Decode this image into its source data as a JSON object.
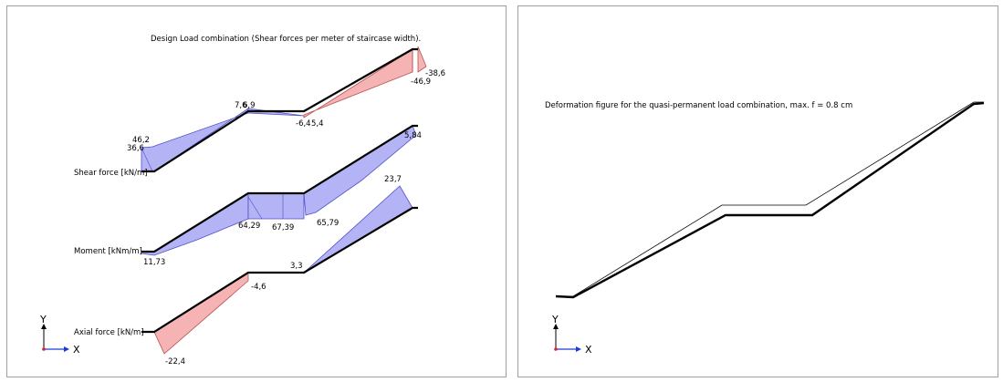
{
  "left_panel": {
    "title": "Design Load combination (Shear forces per meter of staircase width).",
    "diagrams": {
      "shear": {
        "label": "Shear force [kN/m]",
        "values": [
          "46,2",
          "36,6",
          "7,6",
          "6,9",
          "-6,4",
          "5,4",
          "-38,6",
          "-46,9"
        ]
      },
      "moment": {
        "label": "Moment [kNm/m]",
        "values": [
          "11,73",
          "64,29",
          "67,39",
          "65,79",
          "5,84"
        ]
      },
      "axial": {
        "label": "Axial force [kN/m]",
        "values": [
          "-22,4",
          "-4,6",
          "3,3",
          "23,7"
        ]
      }
    },
    "axes": {
      "y": "Y",
      "x": "X"
    }
  },
  "right_panel": {
    "title": "Deformation figure for the quasi-permanent load combination, max. f = 0.8 cm",
    "axes": {
      "y": "Y",
      "x": "X"
    }
  },
  "colors": {
    "positive_fill": "#b3b3f5",
    "positive_stroke": "#5050c8",
    "negative_fill": "#f5b3b3",
    "negative_stroke": "#b85050",
    "axis_y": "#000000",
    "axis_x": "#1a3ad8",
    "origin": "#e0202a"
  }
}
